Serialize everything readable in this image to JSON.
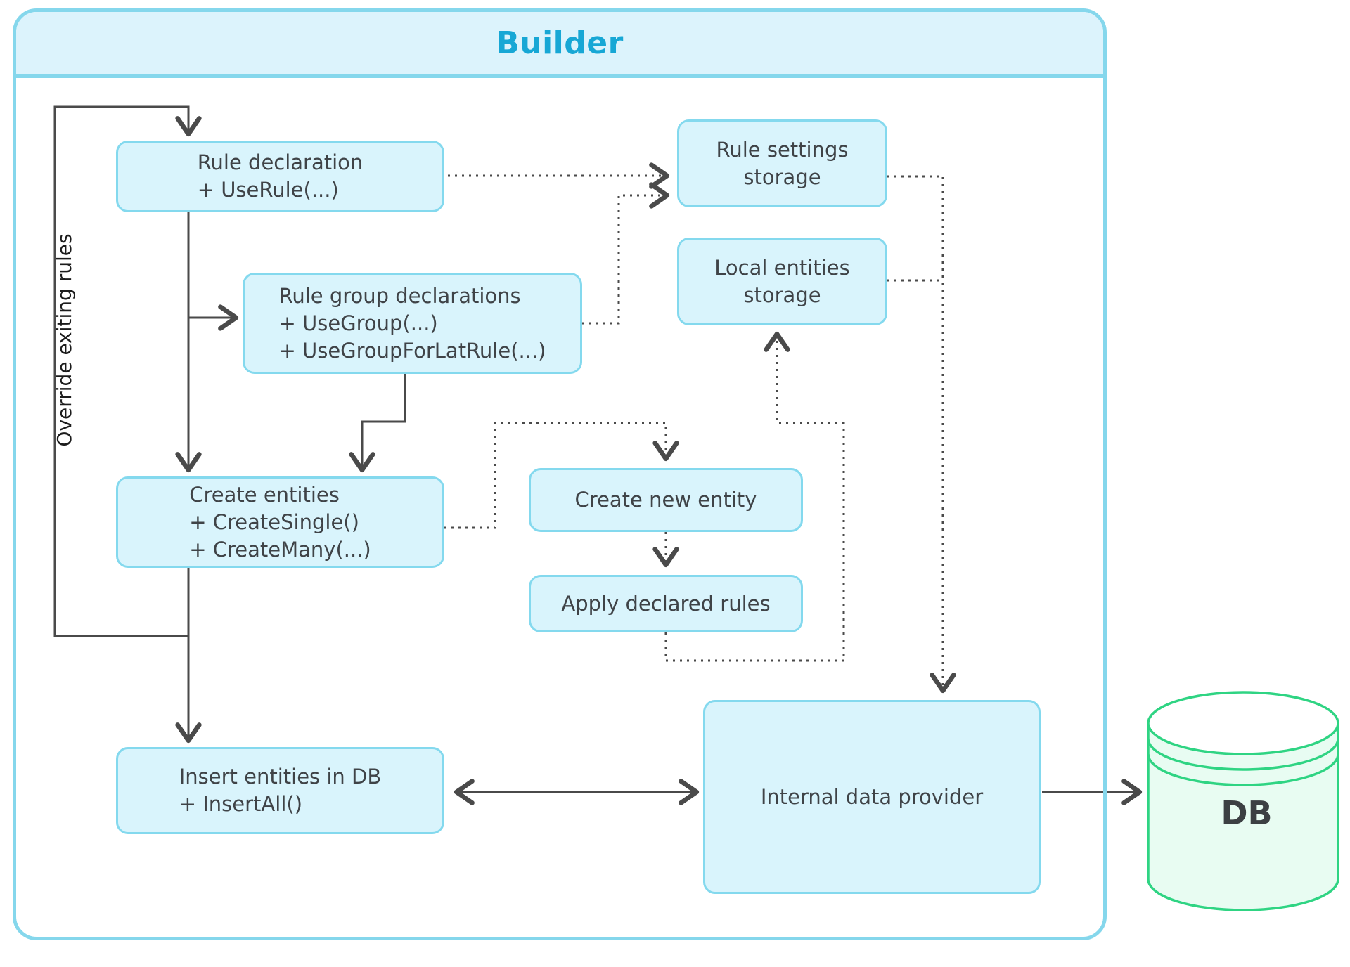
{
  "header": {
    "title": "Builder"
  },
  "side_label": "Override exiting rules",
  "nodes": {
    "rule_declaration": {
      "lines": [
        "Rule declaration",
        "+ UseRule(...)"
      ]
    },
    "rule_settings_storage": {
      "lines": [
        "Rule settings",
        "storage"
      ]
    },
    "rule_group_declarations": {
      "lines": [
        "Rule group declarations",
        "+ UseGroup(...)",
        "+ UseGroupForLatRule(...)"
      ]
    },
    "local_entities_storage": {
      "lines": [
        "Local entities",
        "storage"
      ]
    },
    "create_entities": {
      "lines": [
        "Create entities",
        "+ CreateSingle()",
        "+ CreateMany(...)"
      ]
    },
    "create_new_entity": {
      "lines": [
        "Create new entity"
      ]
    },
    "apply_declared_rules": {
      "lines": [
        "Apply declared rules"
      ]
    },
    "insert_entities_in_db": {
      "lines": [
        "Insert entities in DB",
        "+ InsertAll()"
      ]
    },
    "internal_data_provider": {
      "lines": [
        "Internal data provider"
      ]
    },
    "db": {
      "label": "DB"
    }
  },
  "edges": [
    {
      "from": "create-entities-trunk",
      "to": "rule-declaration",
      "style": "solid",
      "meaning": "override exiting rules loop"
    },
    {
      "from": "rule-declaration",
      "to": "create-entities",
      "style": "solid"
    },
    {
      "from": "rule-declaration-trunk",
      "to": "rule-group-declarations",
      "style": "solid"
    },
    {
      "from": "rule-group-declarations",
      "to": "create-entities",
      "style": "solid"
    },
    {
      "from": "create-entities",
      "to": "insert-entities-in-db",
      "style": "solid"
    },
    {
      "from": "insert-entities-in-db",
      "to": "internal-data-provider",
      "style": "solid",
      "arrows": "both"
    },
    {
      "from": "internal-data-provider",
      "to": "db",
      "style": "solid"
    },
    {
      "from": "rule-declaration",
      "to": "rule-settings-storage",
      "style": "dotted"
    },
    {
      "from": "rule-group-declarations",
      "to": "rule-settings-storage",
      "style": "dotted"
    },
    {
      "from": "rule-settings-storage",
      "to": "internal-data-provider",
      "style": "dotted"
    },
    {
      "from": "local-entities-storage",
      "to": "internal-data-provider",
      "style": "dotted"
    },
    {
      "from": "create-entities",
      "to": "create-new-entity",
      "style": "dotted"
    },
    {
      "from": "create-new-entity",
      "to": "apply-declared-rules",
      "style": "dotted"
    },
    {
      "from": "apply-declared-rules",
      "to": "local-entities-storage",
      "style": "dotted"
    }
  ],
  "colors": {
    "container_border": "#85d7ec",
    "header_fill": "#dcf3fc",
    "title_text": "#17a7d5",
    "node_fill": "#d9f4fc",
    "node_border": "#84d9ee",
    "node_text": "#3f4347",
    "edge_color": "#4a4a4a",
    "db_border": "#2fd483",
    "db_fill": "#e8fcf2",
    "db_text": "#3c4043",
    "side_text": "#1c1c1c"
  }
}
